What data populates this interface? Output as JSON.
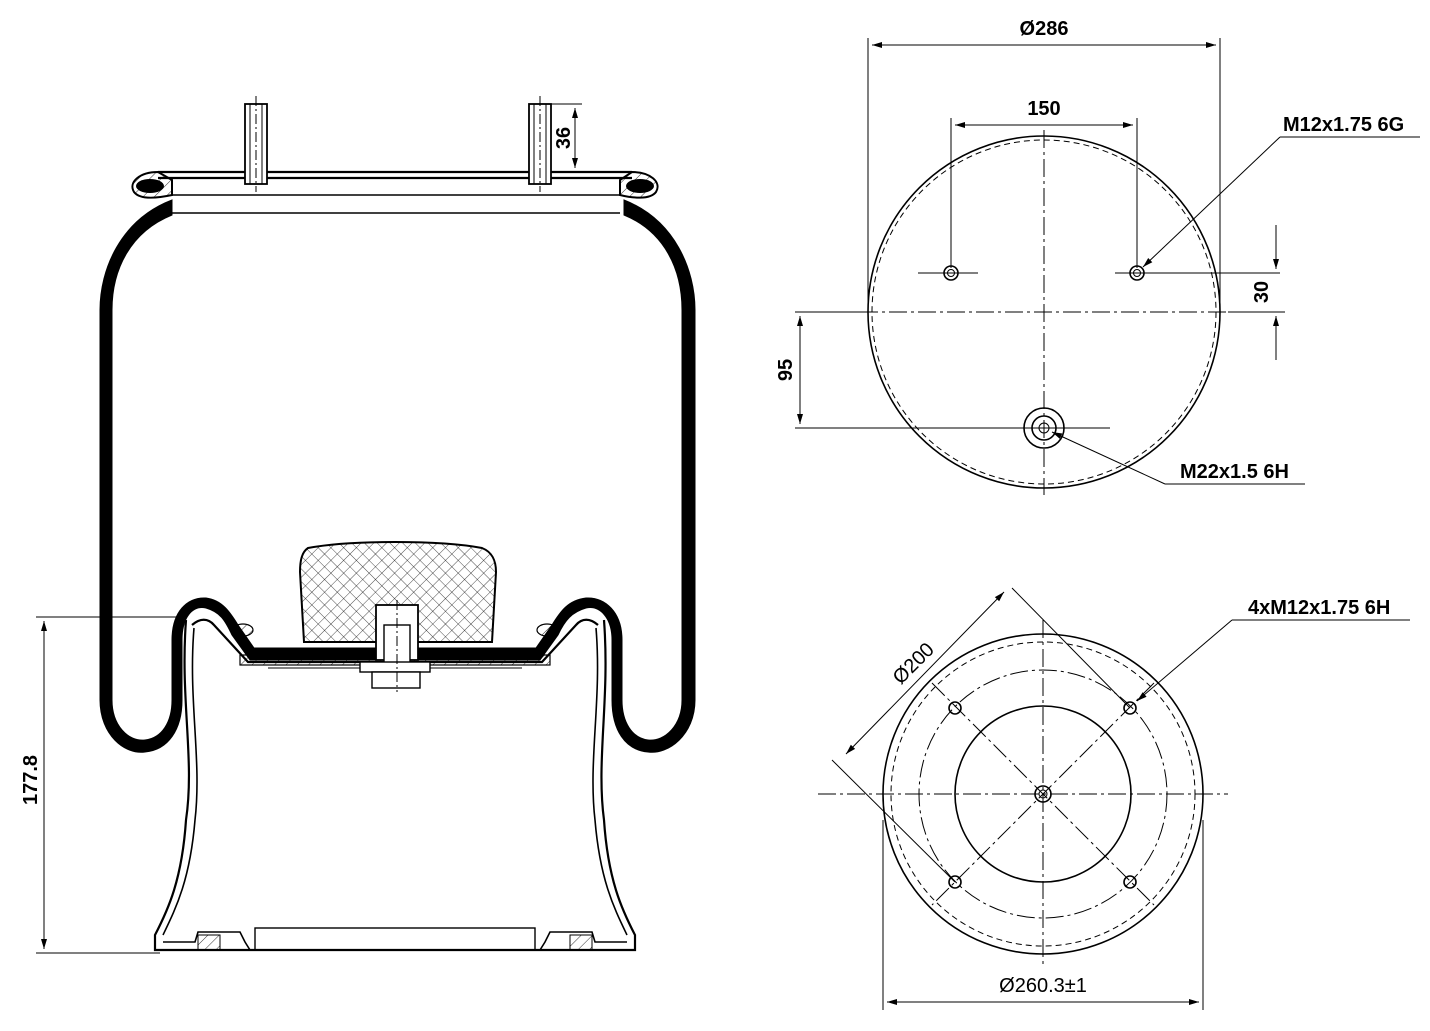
{
  "dimensions": {
    "stud_height": "36",
    "overall_height": "177.8",
    "top_diameter": "Ø286",
    "stud_spacing": "150",
    "top_offset": "30",
    "air_fitting_offset": "95",
    "bottom_bolt_circle": "Ø200",
    "piston_diameter": "Ø260.3±1"
  },
  "callouts": {
    "top_stud_thread": "M12x1.75 6G",
    "air_fitting_thread": "M22x1.5 6H",
    "bottom_bolt_thread": "4xM12x1.75 6H"
  },
  "colors": {
    "line": "#000000",
    "background": "#ffffff",
    "bellow_fill": "#000000"
  }
}
